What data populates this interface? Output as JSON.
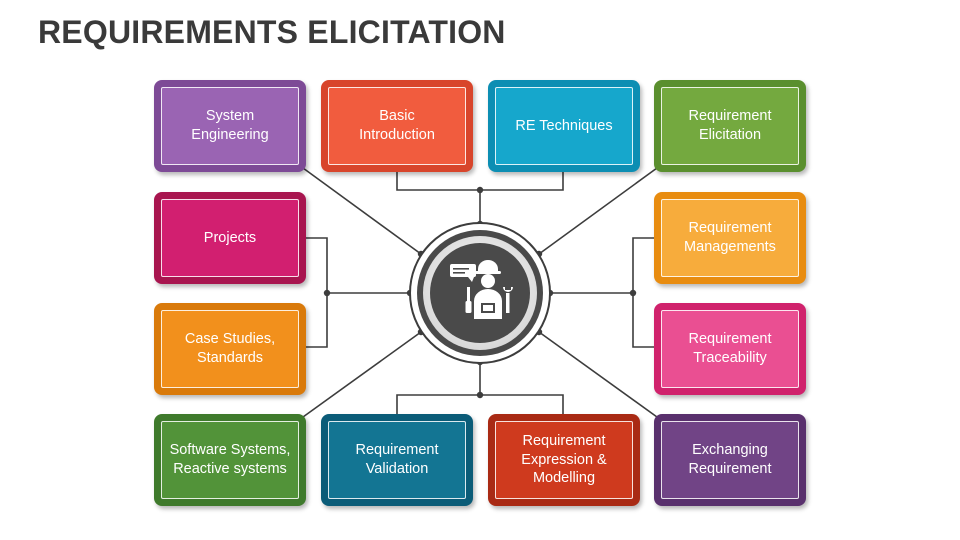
{
  "title": "REQUIREMENTS ELICITATION",
  "center_icon": "engineer-with-tools-icon",
  "colors": {
    "line": "#3d3d3d",
    "purple": "#8e5aa6",
    "coral": "#f05a3c",
    "cyan": "#13a2c7",
    "green": "#6ea13a",
    "magenta": "#cc1f6c",
    "orange": "#f39a1f",
    "amber": "#f5a526",
    "pink": "#e8428a",
    "darkgreen": "#4b8a35",
    "teal": "#0f6f8c",
    "red": "#c9351c",
    "violet": "#6a3f80"
  },
  "cards": [
    {
      "id": "system-engineering",
      "label": "System\nEngineering",
      "border": "#7d4a96",
      "fill": "#9a64b3"
    },
    {
      "id": "basic-introduction",
      "label": "Basic\nIntroduction",
      "border": "#d8452b",
      "fill": "#f15c3e"
    },
    {
      "id": "re-techniques",
      "label": "RE Techniques",
      "border": "#0c8eb3",
      "fill": "#16a7cc"
    },
    {
      "id": "requirement-elicitation",
      "label": "Requirement\nElicitation",
      "border": "#5a8f2e",
      "fill": "#74a93f"
    },
    {
      "id": "projects",
      "label": "Projects",
      "border": "#a8154f",
      "fill": "#d21f70"
    },
    {
      "id": "requirement-managements",
      "label": "Requirement\nManagements",
      "border": "#e88c10",
      "fill": "#f7ac3c"
    },
    {
      "id": "case-studies",
      "label": "Case Studies,\nStandards",
      "border": "#d97a0b",
      "fill": "#f2901c"
    },
    {
      "id": "requirement-traceability",
      "label": "Requirement\nTraceability",
      "border": "#d0226c",
      "fill": "#ea4f92"
    },
    {
      "id": "software-systems",
      "label": "Software Systems,\nReactive systems",
      "border": "#3f7a2c",
      "fill": "#529339"
    },
    {
      "id": "requirement-validation",
      "label": "Requirement\nValidation",
      "border": "#0b5c78",
      "fill": "#137593"
    },
    {
      "id": "requirement-expression",
      "label": "Requirement\nExpression &\nModelling",
      "border": "#a92a14",
      "fill": "#cf3a1e"
    },
    {
      "id": "exchanging-requirement",
      "label": "Exchanging\nRequirement",
      "border": "#59306d",
      "fill": "#714486"
    }
  ]
}
